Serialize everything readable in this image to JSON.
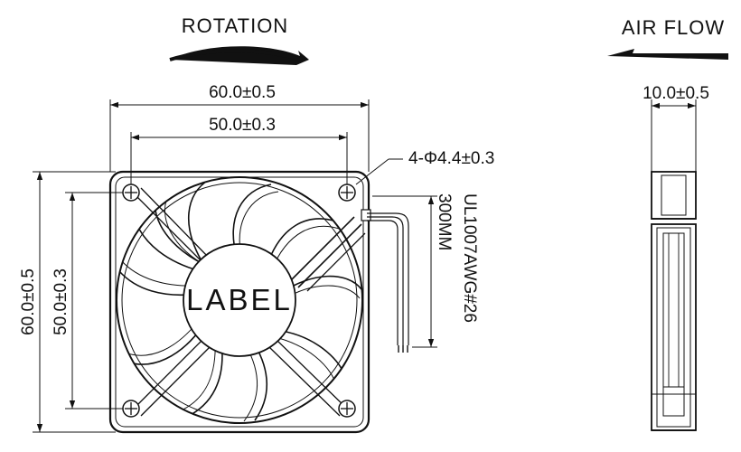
{
  "headers": {
    "rotation": "ROTATION",
    "airflow": "AIR FLOW"
  },
  "dimensions": {
    "overall_width": "60.0±0.5",
    "hole_spacing_width": "50.0±0.3",
    "overall_height": "60.0±0.5",
    "hole_spacing_height": "50.0±0.3",
    "mount_holes": "4-Φ4.4±0.3",
    "thickness": "10.0±0.5"
  },
  "cable": {
    "length": "300MM",
    "spec": "UL1007AWG#26"
  },
  "label": "LABEL"
}
